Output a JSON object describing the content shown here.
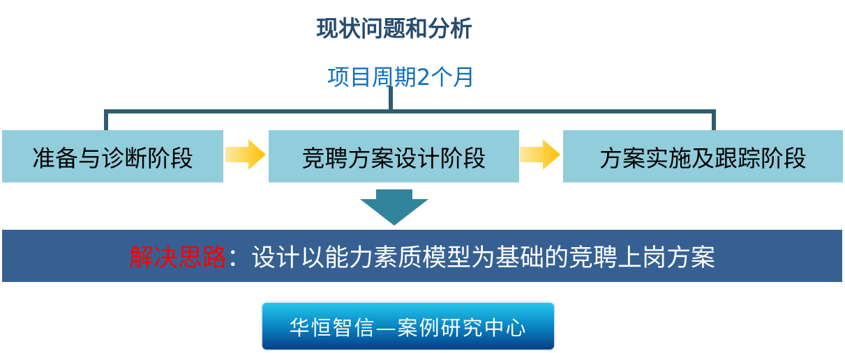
{
  "title": "现状问题和分析",
  "subtitle": "项目周期2个月",
  "stages": [
    "准备与诊断阶段",
    "竞聘方案设计阶段",
    "方案实施及跟踪阶段"
  ],
  "solution": {
    "label": "解决思路",
    "text": "：设计以能力素质模型为基础的竞聘上岗方案"
  },
  "badge": "华恒智信—案例研究中心",
  "colors": {
    "stage": "#92cddc",
    "banner": "#366092",
    "arrow": "#ffc000",
    "down_arrow": "#31849b"
  }
}
